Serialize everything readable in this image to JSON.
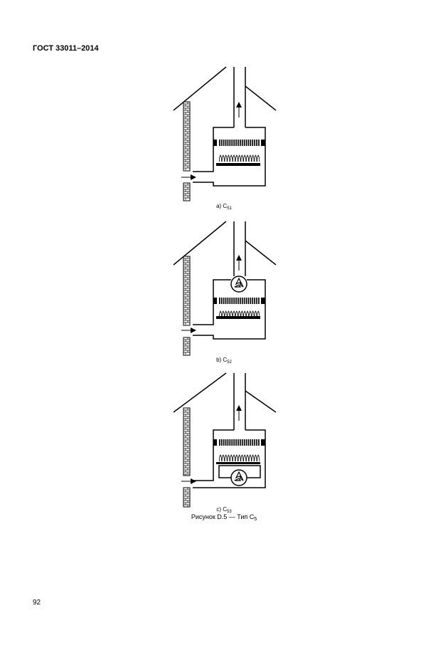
{
  "header": {
    "standard": "ГОСТ 33011–2014"
  },
  "figures": [
    {
      "prefix": "a) C",
      "sub": "51"
    },
    {
      "prefix": "b) C",
      "sub": "52"
    },
    {
      "prefix": "c) C",
      "sub": "53"
    }
  ],
  "figure_title": {
    "prefix": "Рисунок D.5 — Тип C",
    "sub": "5"
  },
  "page_number": "92"
}
